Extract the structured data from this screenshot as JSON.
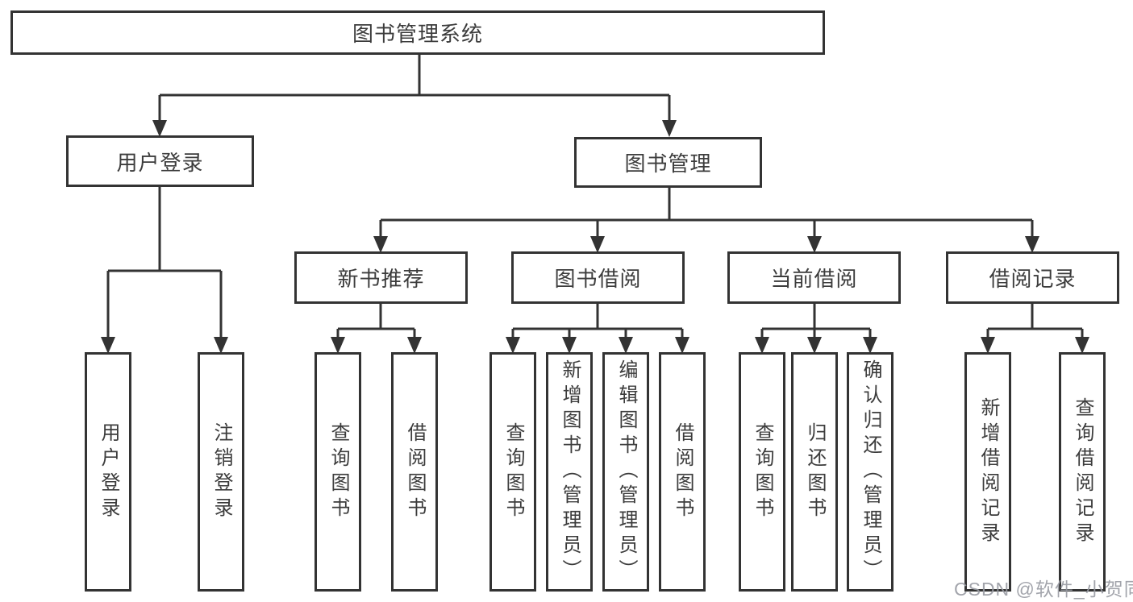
{
  "tree": {
    "label": "图书管理系统",
    "children": [
      {
        "label": "用户登录",
        "children": [
          {
            "label": "用户登录"
          },
          {
            "label": "注销登录"
          }
        ]
      },
      {
        "label": "图书管理",
        "children": [
          {
            "label": "新书推荐",
            "children": [
              {
                "label": "查询图书"
              },
              {
                "label": "借阅图书"
              }
            ]
          },
          {
            "label": "图书借阅",
            "children": [
              {
                "label": "查询图书"
              },
              {
                "label": "新增图书（管理员）"
              },
              {
                "label": "编辑图书（管理员）"
              },
              {
                "label": "借阅图书"
              }
            ]
          },
          {
            "label": "当前借阅",
            "children": [
              {
                "label": "查询图书"
              },
              {
                "label": "归还图书"
              },
              {
                "label": "确认归还（管理员）"
              }
            ]
          },
          {
            "label": "借阅记录",
            "children": [
              {
                "label": "新增借阅记录"
              },
              {
                "label": "查询借阅记录"
              }
            ]
          }
        ]
      }
    ]
  },
  "watermark": {
    "text": "CSDN @软件_小贺同学"
  },
  "style": {
    "line_color": "#333333",
    "text_color": "#3c3c3c",
    "watermark_color": "#989aa2"
  }
}
